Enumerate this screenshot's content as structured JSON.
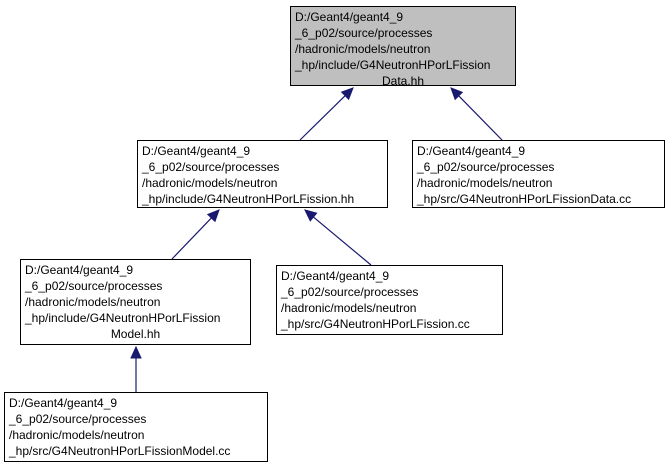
{
  "colors": {
    "root_fill": "#bfbfbf",
    "node_fill": "#ffffff",
    "edge": "#191970",
    "border": "#000000"
  },
  "nodes": {
    "root": {
      "lines": [
        "D:/Geant4/geant4_9",
        "_6_p02/source/processes",
        "/hadronic/models/neutron",
        "_hp/include/G4NeutronHPorLFission",
        "Data.hh"
      ]
    },
    "fission_hh": {
      "lines": [
        "D:/Geant4/geant4_9",
        "_6_p02/source/processes",
        "/hadronic/models/neutron",
        "_hp/include/G4NeutronHPorLFission.hh"
      ]
    },
    "fissiondata_cc": {
      "lines": [
        "D:/Geant4/geant4_9",
        "_6_p02/source/processes",
        "/hadronic/models/neutron",
        "_hp/src/G4NeutronHPorLFissionData.cc"
      ]
    },
    "fissionmodel_hh": {
      "lines": [
        "D:/Geant4/geant4_9",
        "_6_p02/source/processes",
        "/hadronic/models/neutron",
        "_hp/include/G4NeutronHPorLFission",
        "Model.hh"
      ]
    },
    "fission_cc": {
      "lines": [
        "D:/Geant4/geant4_9",
        "_6_p02/source/processes",
        "/hadronic/models/neutron",
        "_hp/src/G4NeutronHPorLFission.cc"
      ]
    },
    "fissionmodel_cc": {
      "lines": [
        "D:/Geant4/geant4_9",
        "_6_p02/source/processes",
        "/hadronic/models/neutron",
        "_hp/src/G4NeutronHPorLFissionModel.cc"
      ]
    }
  },
  "edges": [
    {
      "from": "fission_hh",
      "to": "root"
    },
    {
      "from": "fissiondata_cc",
      "to": "root"
    },
    {
      "from": "fissionmodel_hh",
      "to": "fission_hh"
    },
    {
      "from": "fission_cc",
      "to": "fission_hh"
    },
    {
      "from": "fissionmodel_cc",
      "to": "fissionmodel_hh"
    }
  ]
}
